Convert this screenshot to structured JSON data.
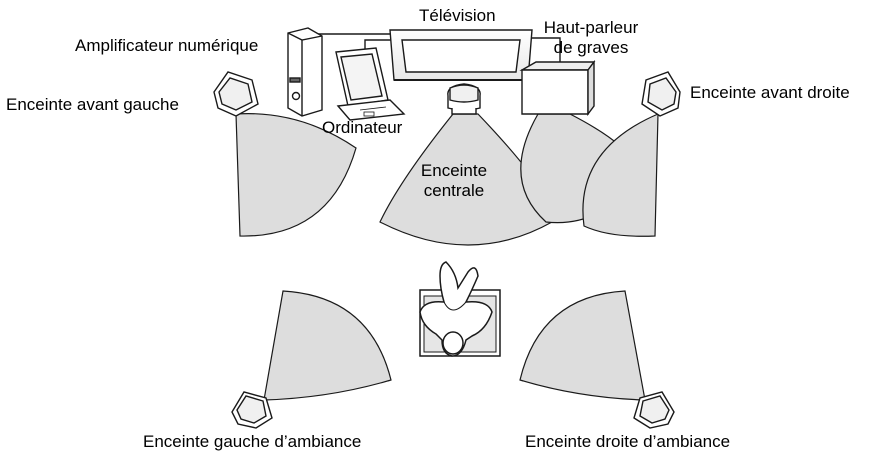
{
  "labels": {
    "tv": "Télévision",
    "subwoofer": "Haut-parleur\nde graves",
    "amplifier": "Amplificateur numérique",
    "front_left": "Enceinte avant gauche",
    "front_right": "Enceinte avant droite",
    "computer": "Ordinateur",
    "center": "Enceinte\ncentrale",
    "surround_left": "Enceinte gauche d’ambiance",
    "surround_right": "Enceinte droite d’ambiance"
  },
  "colors": {
    "sound_field": "#dddddd",
    "outline": "#1a1a1a",
    "device_fill": "#ffffff"
  }
}
